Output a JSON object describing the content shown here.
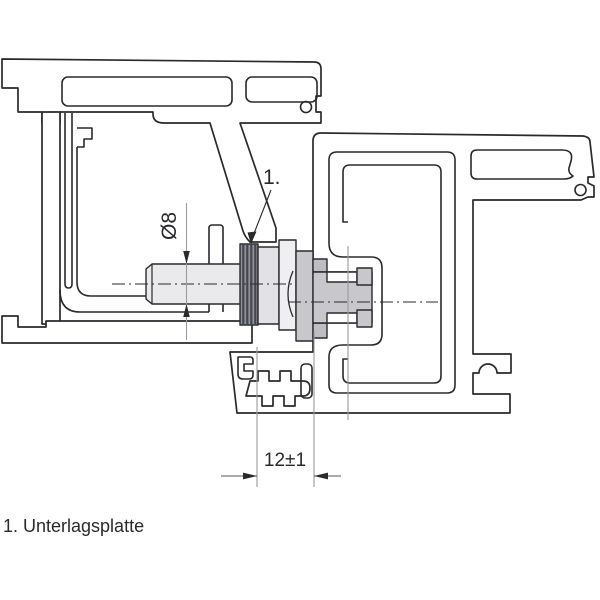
{
  "drawing": {
    "title_hint": "Fastener cross-section through two aluminium profiles",
    "callout_label": "1.",
    "diameter_dimension": "Ø8",
    "width_dimension": "12±1",
    "legend": "1. Unterlagsplatte",
    "colors": {
      "background": "#ffffff",
      "line": "#2a2a2e",
      "thin_line": "#9b9b9b",
      "pin_fill": "#eaeaed",
      "sleeve_fill": "#e2e2e6",
      "cylinder_fill": "#efeef1",
      "washer_nut_fill": "#c7c7cc",
      "clamp_tab_fill": "#bdbdc4",
      "shim_base": "#92929a",
      "shim_stripe": "#46464e"
    }
  }
}
